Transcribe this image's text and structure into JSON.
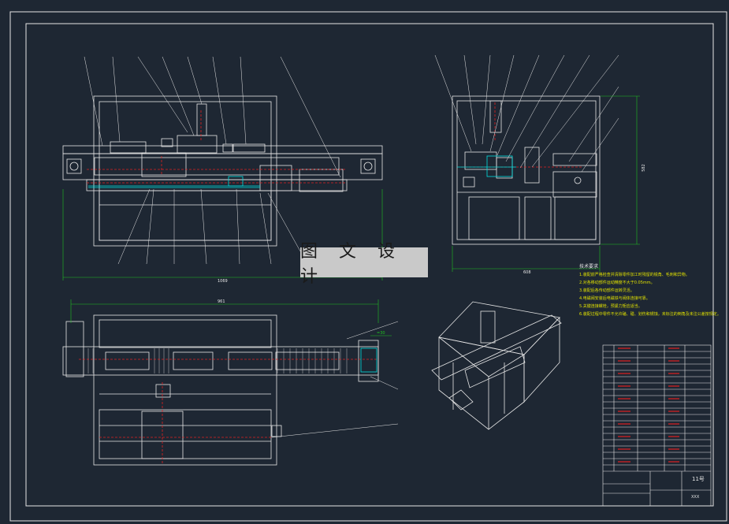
{
  "watermark": {
    "text": "图 文 设 计"
  },
  "notes": {
    "title": "技术要求",
    "lines": [
      "1.装配前严格检查并清除零件加工时残留的锐角、毛刺和异物。",
      "2.对各移动部件运动精度不大于0.05mm。",
      "3.装配后各传动部件运转灵活。",
      "4.电磁阀安装后电磁铁与阀体连接可靠。",
      "5.关键连接螺栓，预紧力矩应适当。",
      "6.装配过程中零件不允许磕、碰、划伤和锈蚀，未标注的倒角及未注公差按规定。"
    ]
  },
  "dimensions": {
    "front_width": "1069",
    "side_width": "608",
    "side_height": "582",
    "plan_width": "961",
    "plan_offset": "=30"
  },
  "title_block": {
    "drawing_no": "11号",
    "scale": "XXX"
  },
  "colors": {
    "background": "#1e2733",
    "line": "#e6e6e6",
    "hidden": "#e02020",
    "dimension": "#20c020",
    "highlight": "#00e0e0",
    "note": "#e0e000"
  }
}
